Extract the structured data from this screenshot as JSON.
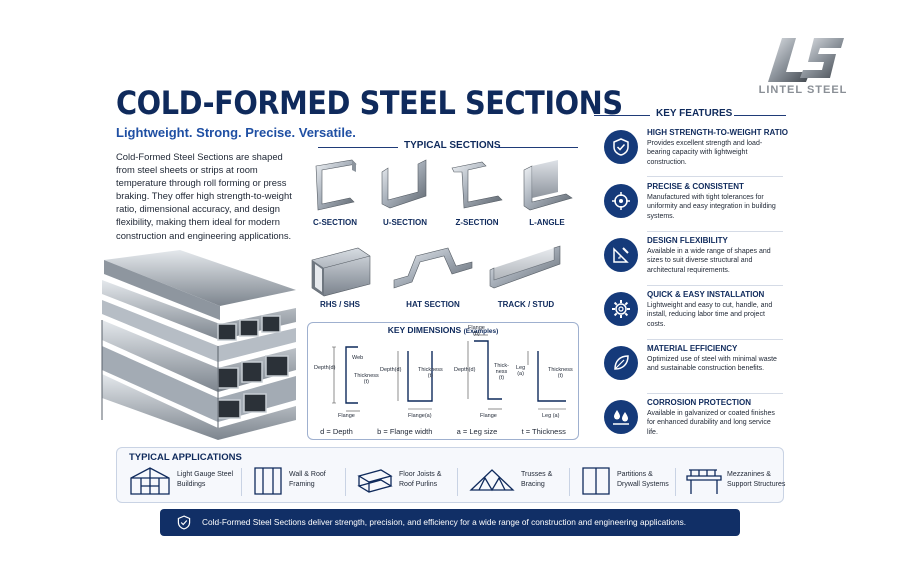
{
  "brand": {
    "name": "LINTEL STEEL",
    "logo": "ls-monogram-logo"
  },
  "header": {
    "title": "COLD-FORMED STEEL SECTIONS",
    "subtitle": "Lightweight. Strong. Precise. Versatile."
  },
  "intro": "Cold-Formed Steel Sections are shaped from steel sheets or strips at room temperature through roll forming or press braking. They offer high strength-to-weight ratio, dimensional accuracy, and design flexibility, making them ideal for modern construction and engineering applications.",
  "typical_sections": {
    "title": "TYPICAL SECTIONS",
    "items": [
      "C-SECTION",
      "U-SECTION",
      "Z-SECTION",
      "L-ANGLE",
      "RHS / SHS",
      "HAT SECTION",
      "TRACK / STUD"
    ]
  },
  "key_dimensions": {
    "title": "KEY DIMENSIONS",
    "title_note": "(Examples)",
    "c_labels": {
      "depth": "Depth(d)",
      "web": "Web",
      "thickness": "Thickness\n(t)",
      "flange": "Flange"
    },
    "u_labels": {
      "depth": "Depth(d)",
      "thickness": "Thickness\n(t)",
      "flange": "Flange(a)"
    },
    "z_labels": {
      "flange_top": "Flange\n(b)",
      "depth": "Depth(d)",
      "thickness": "Thick-\nness\n(t)",
      "flange": "Flange"
    },
    "l_labels": {
      "leg_top": "Leg\n(a)",
      "thickness": "Thickness\n(t)",
      "leg_bottom": "Leg (a)"
    },
    "legend": [
      "d = Depth",
      "b = Flange width",
      "a = Leg size",
      "t = Thickness"
    ]
  },
  "key_features": {
    "title": "KEY FEATURES",
    "items": [
      {
        "icon": "shield-check-icon",
        "title": "HIGH STRENGTH-TO-WEIGHT RATIO",
        "desc": "Provides excellent strength and load-bearing capacity with lightweight construction."
      },
      {
        "icon": "target-crosshair-icon",
        "title": "PRECISE & CONSISTENT",
        "desc": "Manufactured with tight tolerances for uniformity and easy integration in building systems."
      },
      {
        "icon": "ruler-pencil-icon",
        "title": "DESIGN FLEXIBILITY",
        "desc": "Available in a wide range of shapes and sizes to suit diverse structural and architectural requirements."
      },
      {
        "icon": "gear-icon",
        "title": "QUICK & EASY INSTALLATION",
        "desc": "Lightweight and easy to cut, handle, and install, reducing labor time and project costs."
      },
      {
        "icon": "leaf-icon",
        "title": "MATERIAL EFFICIENCY",
        "desc": "Optimized use of steel with minimal waste and sustainable construction benefits."
      },
      {
        "icon": "water-drops-icon",
        "title": "CORROSION PROTECTION",
        "desc": "Available in galvanized or coated finishes for enhanced durability and long service life."
      }
    ]
  },
  "applications": {
    "title": "TYPICAL APPLICATIONS",
    "items": [
      {
        "icon": "building-frame-icon",
        "line1": "Light Gauge Steel",
        "line2": "Buildings"
      },
      {
        "icon": "wall-frame-icon",
        "line1": "Wall & Roof",
        "line2": "Framing"
      },
      {
        "icon": "floor-joist-icon",
        "line1": "Floor Joists &",
        "line2": "Roof Purlins"
      },
      {
        "icon": "truss-icon",
        "line1": "Trusses &",
        "line2": "Bracing"
      },
      {
        "icon": "partition-icon",
        "line1": "Partitions &",
        "line2": "Drywall Systems"
      },
      {
        "icon": "mezzanine-icon",
        "line1": "Mezzanines &",
        "line2": "Support Structures"
      }
    ]
  },
  "banner": {
    "icon": "shield-check-icon",
    "text": "Cold-Formed Steel Sections deliver strength, precision, and efficiency for a wide range of construction and engineering applications."
  },
  "colors": {
    "navy": "#0f2a5c",
    "accent": "#1f4fa3",
    "banner": "#112f66",
    "steel": "#b8c0ca"
  }
}
